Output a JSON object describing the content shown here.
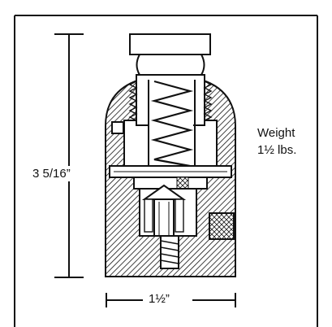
{
  "diagram": {
    "height_label": "3 5/16”",
    "width_label": "1½”",
    "weight": {
      "line1": "Weight",
      "line2": "1½ lbs."
    }
  }
}
